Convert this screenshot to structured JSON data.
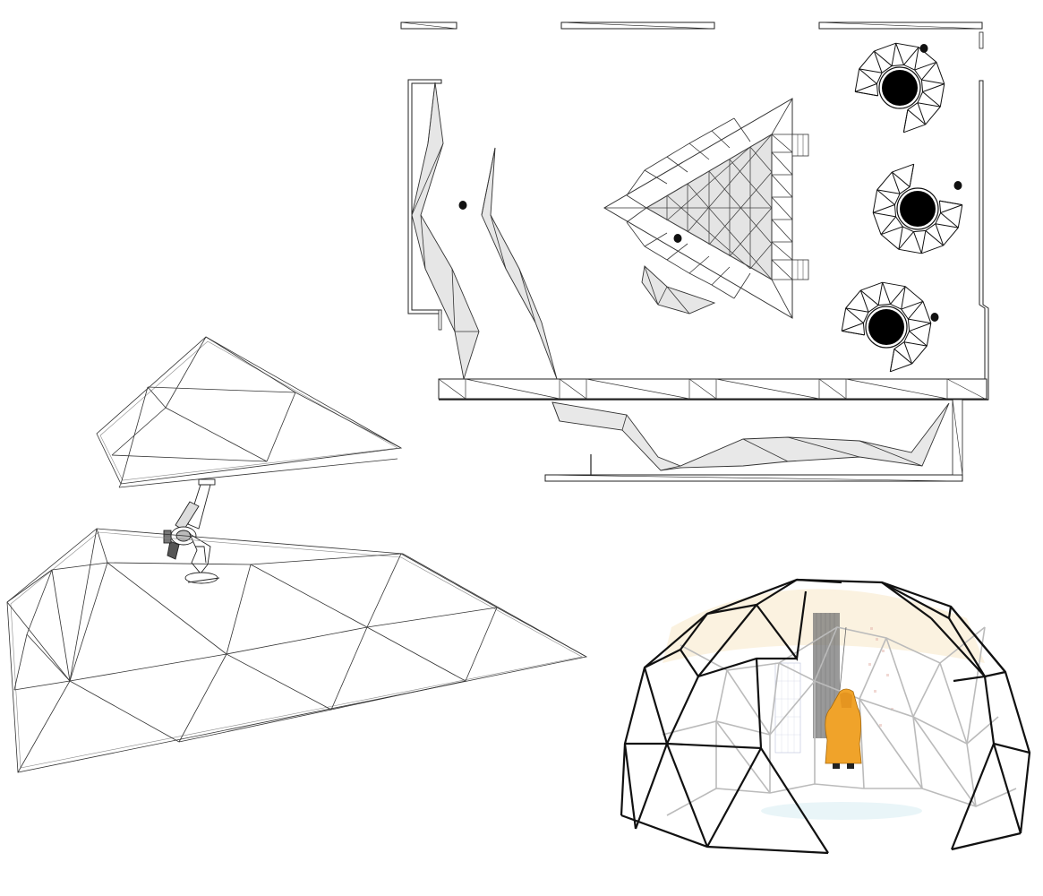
{
  "figure": {
    "panels": [
      "floor-plan",
      "canopy-axonometric",
      "dome-perspective"
    ]
  },
  "dome_labels": [
    "",
    "",
    "",
    ""
  ]
}
